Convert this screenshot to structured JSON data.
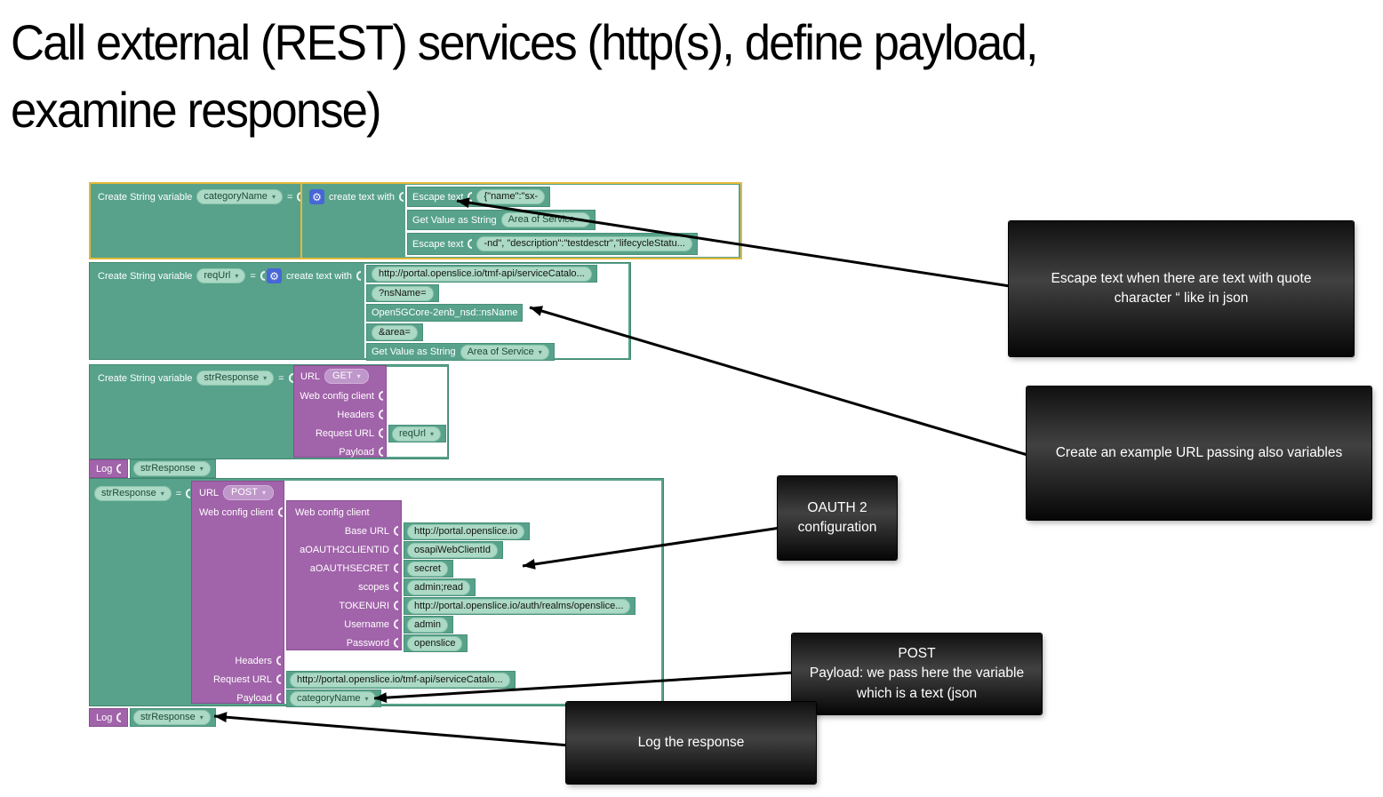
{
  "title": "Call external (REST) services (http(s), define payload, examine response)",
  "symbols": {
    "equals": "=",
    "gear": "⚙"
  },
  "labels": {
    "create_string_variable": "Create String variable",
    "create_text_with": "create text with",
    "escape_text": "Escape text",
    "get_value_as_string": "Get Value as String",
    "url": "URL",
    "web_config_client": "Web config client",
    "headers": "Headers",
    "request_url": "Request URL",
    "payload": "Payload",
    "log": "Log"
  },
  "variables": {
    "category_name": "categoryName",
    "req_url": "reqUrl",
    "str_response": "strResponse",
    "area_of_service": "Area of Service"
  },
  "methods": {
    "get": "GET",
    "post": "POST"
  },
  "group1": {
    "escape1_value": "{\"name\":\"sx-",
    "escape2_value": "-nd\", \"description\":\"testdesctr\",\"lifecycleStatu..."
  },
  "group2": {
    "url_part": "http://portal.openslice.io/tmf-api/serviceCatalo...",
    "ns_name_param": "?nsName=",
    "ns_variable": "Open5GCore-2enb_nsd::nsName",
    "area_param": "&area="
  },
  "group4": {
    "base_url_label": "Base URL",
    "base_url": "http://portal.openslice.io",
    "client_id_label": "aOAUTH2CLIENTID",
    "client_id": "osapiWebClientId",
    "secret_label": "aOAUTHSECRET",
    "secret": "secret",
    "scopes_label": "scopes",
    "scopes": "admin;read",
    "token_uri_label": "TOKENURI",
    "token_uri": "http://portal.openslice.io/auth/realms/openslice...",
    "username_label": "Username",
    "username": "admin",
    "password_label": "Password",
    "password": "openslice",
    "request_url_value": "http://portal.openslice.io/tmf-api/serviceCatalo..."
  },
  "callouts": {
    "escape": "Escape text when there are text with quote character “ like in json",
    "url_example": "Create an example URL passing also variables",
    "oauth": "OAUTH 2 configuration",
    "post_line1": "POST",
    "post_line2": "Payload: we pass here the variable which is a text (json",
    "log": "Log the response"
  }
}
